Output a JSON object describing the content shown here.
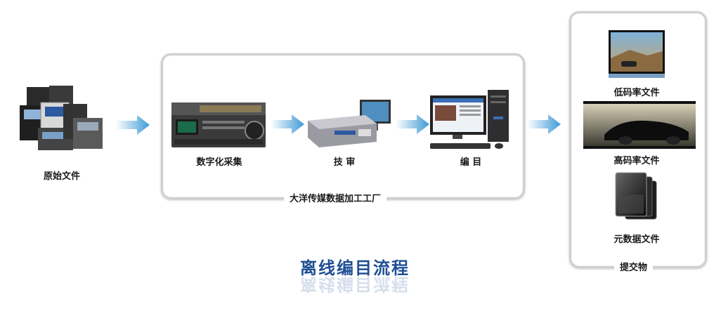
{
  "nodes": {
    "source": "原始文件",
    "digitize": "数字化采集",
    "review": "技 审",
    "catalog": "编 目",
    "low_bitrate": "低码率文件",
    "high_bitrate": "高码率文件",
    "metadata": "元数据文件"
  },
  "groups": {
    "factory": "大洋传媒数据加工工厂",
    "deliverables": "提交物"
  },
  "title": "离线编目流程",
  "colors": {
    "arrow": "#3f9ad6",
    "title": "#1f4f95",
    "frame": "#cfcfcf"
  }
}
